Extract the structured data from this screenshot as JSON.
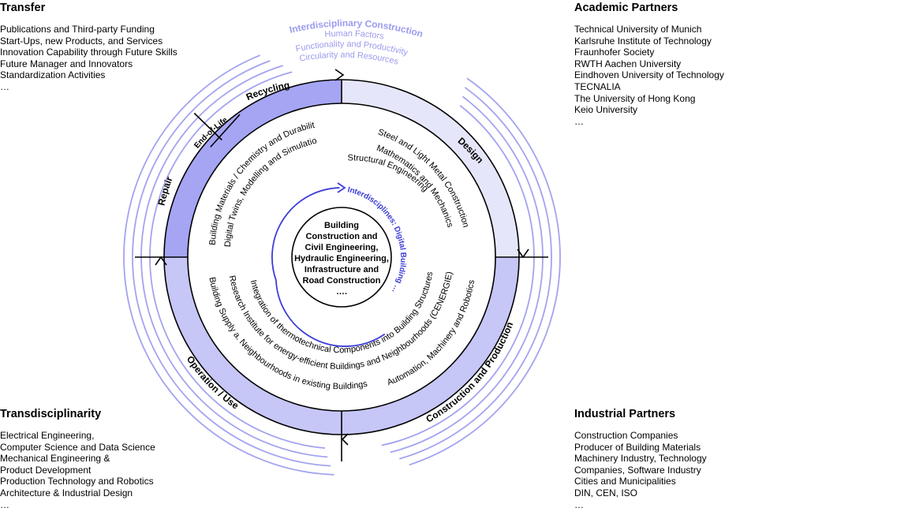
{
  "transfer": {
    "title": "Transfer",
    "items": [
      "Publications and Third-party Funding",
      "Start-Ups, new Products, and Services",
      "Innovation Capability through Future Skills",
      "Future Manager and Innovators",
      "Standardization Activities",
      "…"
    ]
  },
  "academic": {
    "title": "Academic Partners",
    "items": [
      "Technical University of Munich",
      "Karlsruhe Institute of Technology",
      "Fraunhofer Society",
      "RWTH Aachen University",
      "Eindhoven University of Technology",
      "TECNALIA",
      "The University of Hong Kong",
      "Keio University",
      "…"
    ]
  },
  "transdisciplinarity": {
    "title": "Transdisciplinarity",
    "items": [
      "Electrical Engineering,",
      "Computer Science and Data Science",
      "Mechanical Engineering &",
      "Product Development",
      "Production Technology and Robotics",
      "Architecture & Industrial Design",
      "…"
    ]
  },
  "industrial": {
    "title": "Industrial Partners",
    "items": [
      "Construction Companies",
      "Producer of Building Materials",
      "Machinery Industry, Technology",
      "Companies, Software Industry",
      "Cities and Municipalities",
      "DIN, CEN, ISO",
      "…"
    ]
  },
  "diagram": {
    "center_lines": [
      "Building",
      "Construction and",
      "Civil Engineering,",
      "Hydraulic Engineering,",
      "Infrastructure and",
      "Road Construction",
      "…."
    ],
    "inner_arc_label": "Interdisciplines: Digital Building …",
    "outer_arcs": [
      "Interdisciplinary Construction",
      "Human Factors",
      "Functionality and Productivity",
      "Circularity and Resources"
    ],
    "segments": {
      "recycling": "Recycling",
      "end_of_life": "End-of-Life",
      "repair": "Repair",
      "design": "Design",
      "construction": "Construction and Production",
      "operation": "Operation / Use"
    },
    "topics": {
      "t1": "Steel and Light Metal Construction",
      "t2": "Mathematics and  Mechanics",
      "t3": "Structural Engineering",
      "t4": "Building Materials / Chemistry and Durability",
      "t5": "Digital Twins, Modelling and Simulation",
      "t6": "Integration of thermotechnical Components into Building Structures",
      "t7": "Research Institute for energy-efficient Buildings and Neighbourhoods (CENERGIE)",
      "t8": "Building Supply a. Neighbourhoods in existing Buildings",
      "t9": "Automation, Machinery and Robotics"
    },
    "colors": {
      "dark": "#a5a5f4",
      "mid": "#c6c6f7",
      "light": "#e6e6fb",
      "ring": "#a3a3f0",
      "arc_text": "#9b9bef",
      "blue": "#3d3dd8"
    }
  }
}
